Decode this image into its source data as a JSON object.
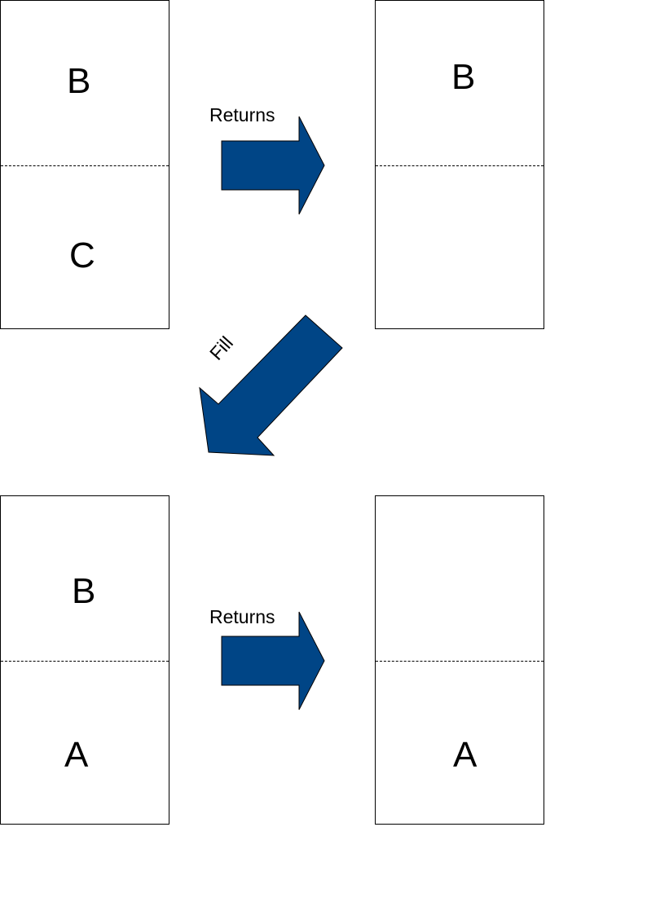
{
  "colors": {
    "arrow_fill": "#004586",
    "arrow_stroke": "#000000"
  },
  "panels": [
    {
      "id": "top-left",
      "top_letter": "B",
      "bottom_letter": "C"
    },
    {
      "id": "top-right",
      "top_letter": "B",
      "bottom_letter": ""
    },
    {
      "id": "bottom-left",
      "top_letter": "B",
      "bottom_letter": "A"
    },
    {
      "id": "bottom-right",
      "top_letter": "",
      "bottom_letter": "A"
    }
  ],
  "arrows": {
    "top": {
      "label": "Returns"
    },
    "diagonal": {
      "label": "Fill"
    },
    "bottom": {
      "label": "Returns"
    }
  }
}
